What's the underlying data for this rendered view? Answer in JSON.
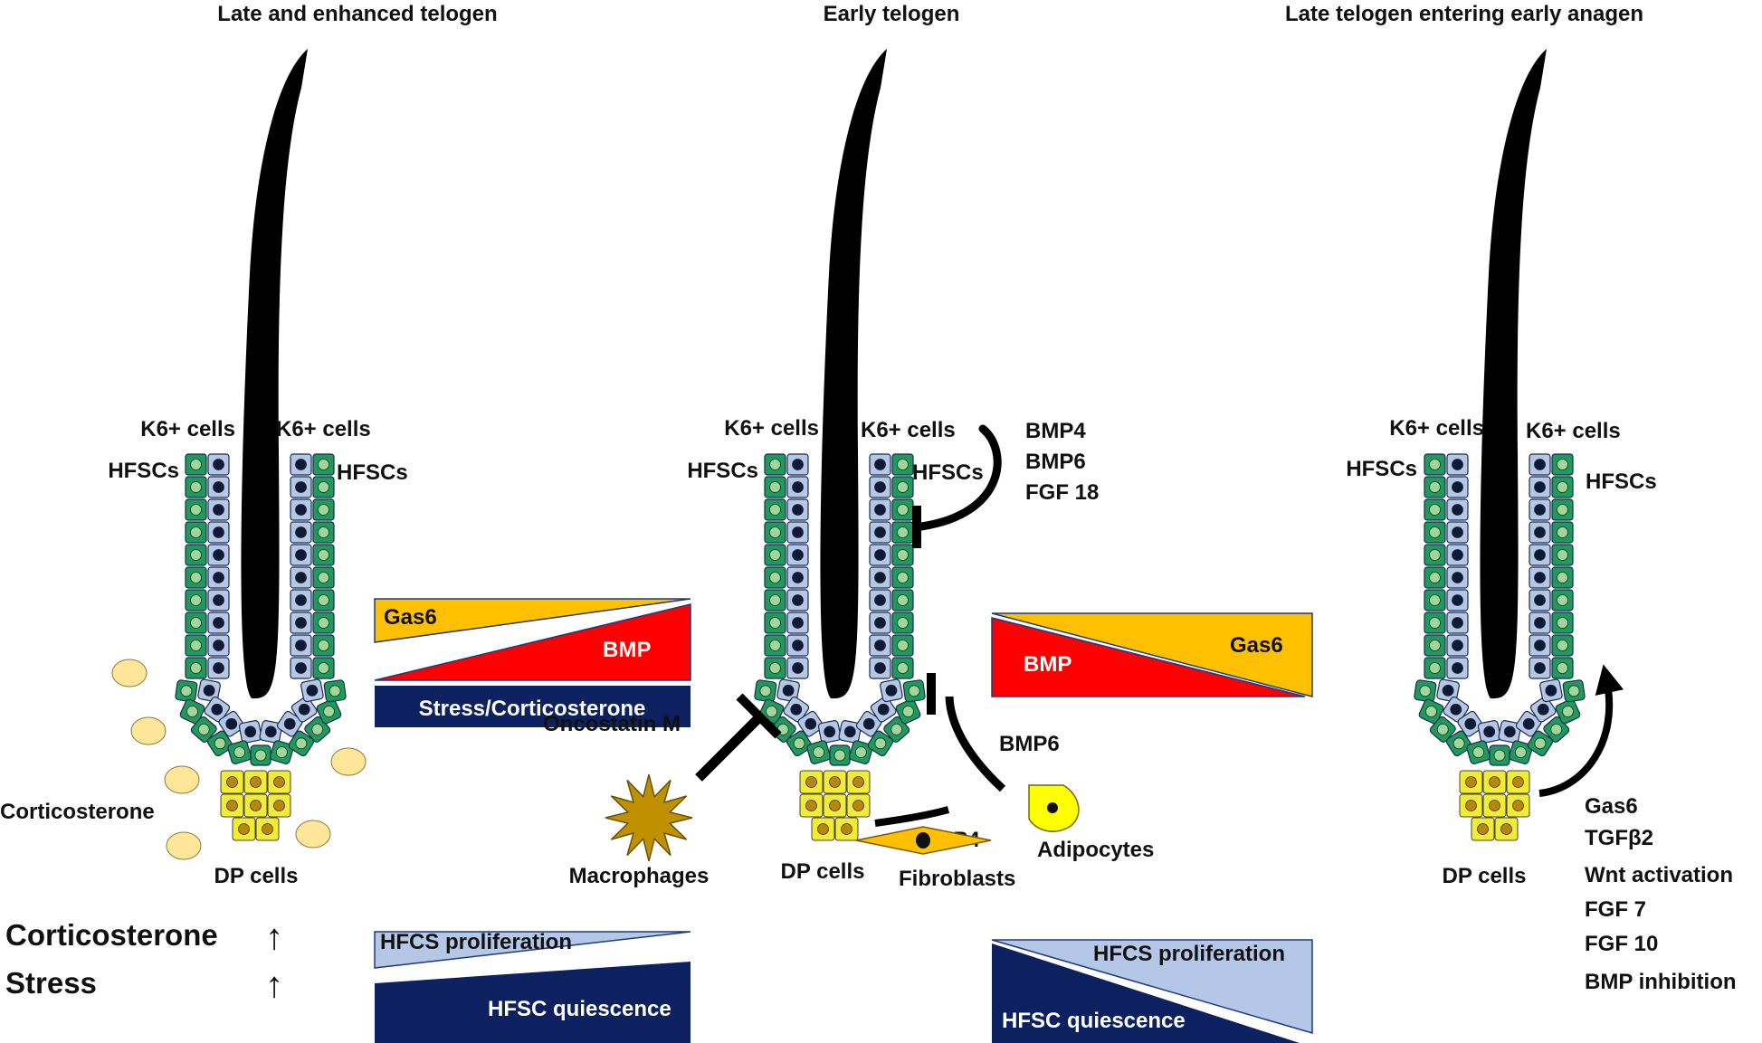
{
  "panels": {
    "left": {
      "title": "Late and enhanced telogen",
      "k6_left": "K6+ cells",
      "k6_right": "K6+ cells",
      "hfsc_left": "HFSCs",
      "hfsc_right": "HFSCs",
      "dp": "DP cells"
    },
    "middle": {
      "title": "Early telogen",
      "k6_left": "K6+ cells",
      "k6_right": "K6+ cells",
      "hfsc_left": "HFSCs",
      "hfsc_right": "HFSCs",
      "dp": "DP cells"
    },
    "right": {
      "title": "Late telogen entering early anagen",
      "k6_left": "K6+ cells",
      "k6_right": "K6+ cells",
      "hfsc_left": "HFSCs",
      "hfsc_right": "HFSCs",
      "dp": "DP cells"
    }
  },
  "left_extras": {
    "corticosterone": "Corticosterone",
    "legend_corticosterone": "Corticosterone",
    "legend_stress": "Stress",
    "up_arrow": "↑"
  },
  "middle_extras": {
    "niche_signals": [
      "BMP4",
      "BMP6",
      "FGF 18"
    ],
    "oncostatin": "Oncostatin M",
    "macrophages": "Macrophages",
    "bmp6": "BMP6",
    "bmp4": "BMP4",
    "adipocytes": "Adipocytes",
    "fibroblasts": "Fibroblasts"
  },
  "right_extras": {
    "signals": [
      "Gas6",
      "TGFβ2",
      "Wnt activation",
      "FGF 7",
      "FGF 10",
      "BMP inhibition"
    ]
  },
  "wedges": {
    "left": {
      "gas6": "Gas6",
      "bmp": "BMP",
      "stress": "Stress/Corticosterone",
      "proliferation": "HFCS proliferation",
      "quiescence": "HFSC quiescence"
    },
    "right": {
      "bmp": "BMP",
      "gas6": "Gas6",
      "proliferation": "HFCS proliferation",
      "quiescence": "HFSC quiescence"
    }
  },
  "colors": {
    "hair": "#000000",
    "hfsc_green": "#1d9a5c",
    "k6_blue": "#b4c7e7",
    "dp_yellow": "#f2ec34",
    "gas6_orange": "#ffc000",
    "bmp_red": "#ff0000",
    "navy": "#0d2160",
    "light_blue": "#b4c7e7",
    "corticosterone_dot": "#ffe699",
    "macrophage": "#bf9000"
  }
}
